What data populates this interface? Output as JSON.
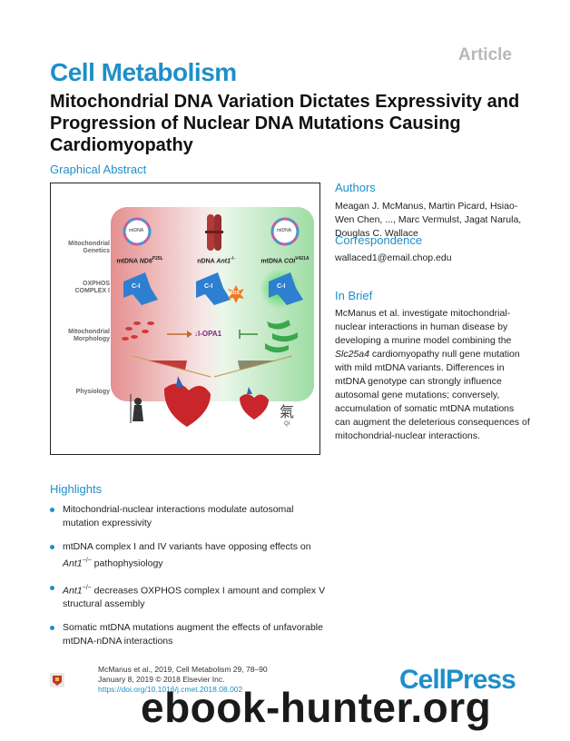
{
  "header": {
    "article_tag": "Article",
    "journal": "Cell Metabolism",
    "title": "Mitochondrial DNA Variation Dictates Expressivity and Progression of Nuclear DNA Mutations Causing Cardiomyopathy"
  },
  "graphical_abstract": {
    "heading": "Graphical Abstract",
    "rows": [
      "Mitochondrial Genetics",
      "OXPHOS COMPLEX I",
      "Mitochondrial Morphology",
      "Physiology"
    ],
    "columns": [
      {
        "prefix": "mtDNA ",
        "gene": "ND6",
        "sup": "P25L"
      },
      {
        "prefix": "nDNA ",
        "gene": "Ant1",
        "sup": "-/-"
      },
      {
        "prefix": "mtDNA ",
        "gene": "COI",
        "sup": "V421A"
      }
    ],
    "plasmid_label": "mtDNA",
    "complex_label": "C-I",
    "ros_label": "ROS",
    "opa_label": "↓l-OPA1",
    "qi_label": "Qi",
    "qi_glyph": "氣"
  },
  "authors": {
    "heading": "Authors",
    "text": "Meagan J. McManus, Martin Picard, Hsiao-Wen Chen, ..., Marc Vermulst, Jagat Narula, Douglas C. Wallace"
  },
  "correspondence": {
    "heading": "Correspondence",
    "email": "wallaced1@email.chop.edu"
  },
  "in_brief": {
    "heading": "In Brief",
    "text_1": "McManus et al. investigate mitochondrial-nuclear interactions in human disease by developing a murine model combining the ",
    "gene": "Slc25a4",
    "text_2": " cardiomyopathy null gene mutation with mild mtDNA variants. Differences in mtDNA genotype can strongly influence autosomal gene mutations; conversely, accumulation of somatic mtDNA mutations can augment the deleterious consequences of mitochondrial-nuclear interactions."
  },
  "highlights": {
    "heading": "Highlights",
    "item_1": "Mitochondrial-nuclear interactions modulate autosomal mutation expressivity",
    "item_2_a": "mtDNA complex I and IV variants have opposing effects on ",
    "item_2_gene": "Ant1",
    "item_2_sup": "−/−",
    "item_2_b": " pathophysiology",
    "item_3_gene": "Ant1",
    "item_3_sup": "−/−",
    "item_3_b": " decreases OXPHOS complex I amount and complex V structural assembly",
    "item_4": "Somatic mtDNA mutations augment the effects of unfavorable mtDNA-nDNA interactions"
  },
  "footer": {
    "citation": "McManus et al., 2019, Cell Metabolism 29, 78–90",
    "date": "January 8, 2019 © 2018 Elsevier Inc.",
    "doi": "https://doi.org/10.1016/j.cmet.2018.08.002",
    "publisher_logo": "CellPress"
  },
  "watermark": "ebook-hunter.org",
  "colors": {
    "accent": "#1e8fc8",
    "panel_red": "#e9a3a3",
    "panel_green": "#b6e6b8",
    "complex_blue": "#2e7fd0"
  }
}
